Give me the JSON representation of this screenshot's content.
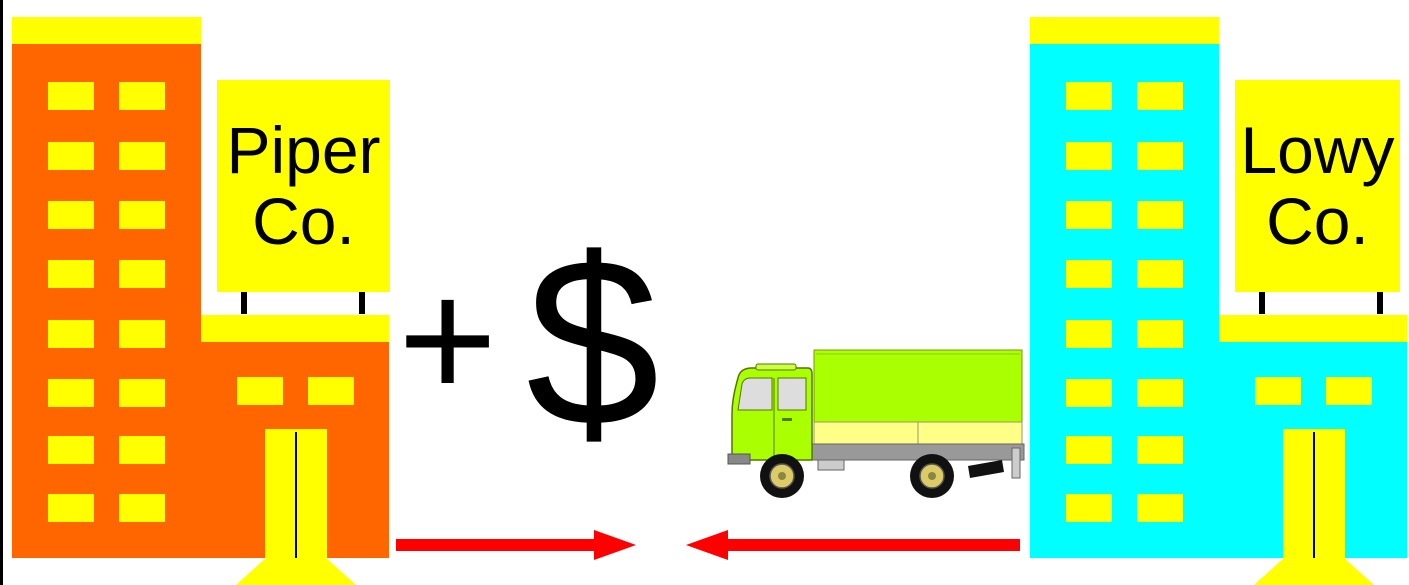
{
  "colors": {
    "left_building": "#ff6600",
    "right_building": "#00ffff",
    "accent": "#ffff00",
    "arrow": "#ff0000",
    "truck_cargo": "#aaff00",
    "truck_band": "#ffff88",
    "text": "#000000"
  },
  "left_company": {
    "sign_line1": "Piper",
    "sign_line2": "Co."
  },
  "right_company": {
    "sign_line1": "Lowy",
    "sign_line2": "Co."
  },
  "transfer": {
    "plus": "+",
    "dollar": "$"
  },
  "icons": [
    "truck-icon",
    "arrow-right-icon",
    "arrow-left-icon"
  ]
}
